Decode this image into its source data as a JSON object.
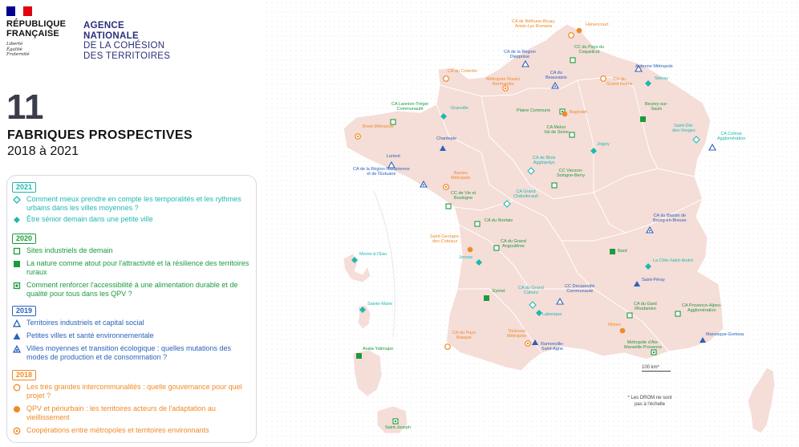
{
  "republic": {
    "title_lines": [
      "RÉPUBLIQUE",
      "FRANÇAISE"
    ],
    "motto_lines": [
      "Liberté",
      "Égalité",
      "Fraternité"
    ]
  },
  "agency": {
    "lines": [
      "AGENCE",
      "NATIONALE",
      "DE LA COHÉSION",
      "DES TERRITOIRES"
    ]
  },
  "page": {
    "number": "11",
    "title": "FABRIQUES PROSPECTIVES",
    "subtitle": "2018 à 2021"
  },
  "colors": {
    "cyan": "#1db9b0",
    "green": "#1b9a3e",
    "blue": "#2b62b9",
    "orange": "#ef8a25",
    "map_fill": "#f5ddd8",
    "map_border": "#ffffff"
  },
  "legend": {
    "groups": [
      {
        "year": "2021",
        "color": "#1db9b0",
        "items": [
          {
            "icon": "hollow-diamond-icon",
            "text": "Comment mieux prendre en compte les temporalités et les rythmes urbains dans les villes moyennes ?"
          },
          {
            "icon": "filled-diamond-icon",
            "text": "Être sénior demain dans une petite ville"
          }
        ]
      },
      {
        "year": "2020",
        "color": "#1b9a3e",
        "items": [
          {
            "icon": "hollow-square-icon",
            "text": "Sites industriels de demain"
          },
          {
            "icon": "filled-square-icon",
            "text": "La nature comme atout pour l'attractivité et la résilience des territoires ruraux"
          },
          {
            "icon": "dotted-square-icon",
            "text": "Comment renforcer l'accessibilité à une alimentation durable et de qualité pour tous dans les QPV ?"
          }
        ]
      },
      {
        "year": "2019",
        "color": "#2b62b9",
        "items": [
          {
            "icon": "hollow-triangle-icon",
            "text": "Territoires industriels et capital social"
          },
          {
            "icon": "filled-triangle-icon",
            "text": "Petites villes et santé environnementale"
          },
          {
            "icon": "dotted-triangle-icon",
            "text": "Villes moyennes et transition écologique : quelles mutations des modes de production et de consommation ?"
          }
        ]
      },
      {
        "year": "2018",
        "color": "#ef8a25",
        "items": [
          {
            "icon": "hollow-circle-icon",
            "text": "Les très grandes intercommunalités : quelle gouvernance pour quel projet ?"
          },
          {
            "icon": "filled-circle-icon",
            "text": "QPV et périurbain : les territoires acteurs de l'adaptation au vieillissement"
          },
          {
            "icon": "dotted-circle-icon",
            "text": "Coopérations entre métropoles et territoires environnants"
          }
        ]
      }
    ]
  },
  "map": {
    "sites": [
      {
        "label": "CA de Béthune-Bruay, Artois-Lys Romane",
        "symbol": "hollow-circle",
        "color": "#ef8a25"
      },
      {
        "label": "Hénencourt",
        "symbol": "filled-circle",
        "color": "#ef8a25"
      },
      {
        "label": "CA de la Région Dieppoise",
        "symbol": "hollow-triangle",
        "color": "#2b62b9"
      },
      {
        "label": "CC du Pays du Coquelicot",
        "symbol": "hollow-square",
        "color": "#1b9a3e"
      },
      {
        "label": "Ardenne Métropole",
        "symbol": "hollow-triangle",
        "color": "#2b62b9"
      },
      {
        "label": "CA du Cotentin",
        "symbol": "hollow-circle",
        "color": "#ef8a25"
      },
      {
        "label": "Métropole Rouen Normandie",
        "symbol": "dotted-circle",
        "color": "#ef8a25"
      },
      {
        "label": "CA du Beauvaisis",
        "symbol": "dotted-triangle",
        "color": "#2b62b9"
      },
      {
        "label": "CU du Grand Reims",
        "symbol": "hollow-circle",
        "color": "#ef8a25"
      },
      {
        "label": "Stenay",
        "symbol": "filled-diamond",
        "color": "#1db9b0"
      },
      {
        "label": "CA Lannion-Trégor Communauté",
        "symbol": "hollow-square",
        "color": "#1b9a3e"
      },
      {
        "label": "Granville",
        "symbol": "filled-diamond",
        "color": "#1db9b0"
      },
      {
        "label": "Plaine Commune",
        "symbol": "dotted-square",
        "color": "#1b9a3e"
      },
      {
        "label": "Bagnolet",
        "symbol": "filled-circle",
        "color": "#ef8a25"
      },
      {
        "label": "Beurey-sur-Saulx",
        "symbol": "filled-square",
        "color": "#1b9a3e"
      },
      {
        "label": "Brest Métropole",
        "symbol": "dotted-circle",
        "color": "#ef8a25"
      },
      {
        "label": "CA Melun Val de Seine",
        "symbol": "hollow-square",
        "color": "#1b9a3e"
      },
      {
        "label": "Saint-Dié-des-Vosges",
        "symbol": "hollow-diamond",
        "color": "#1db9b0"
      },
      {
        "label": "CA Colmar Agglomération",
        "symbol": "hollow-triangle",
        "color": "#2b62b9"
      },
      {
        "label": "Chantepie",
        "symbol": "filled-triangle",
        "color": "#2b62b9"
      },
      {
        "label": "Joigny",
        "symbol": "filled-diamond",
        "color": "#1db9b0"
      },
      {
        "label": "Lorient",
        "symbol": "hollow-triangle",
        "color": "#2b62b9"
      },
      {
        "label": "CA de Blois Agglopolys",
        "symbol": "hollow-diamond",
        "color": "#1db9b0"
      },
      {
        "label": "CA de la Région Nazairienne et de l'Estuaire",
        "symbol": "dotted-triangle",
        "color": "#2b62b9"
      },
      {
        "label": "Nantes Métropole",
        "symbol": "dotted-circle",
        "color": "#ef8a25"
      },
      {
        "label": "CC Vierzon-Sologne-Berry",
        "symbol": "hollow-square",
        "color": "#1b9a3e"
      },
      {
        "label": "CC de Vie et Boulogne",
        "symbol": "hollow-square",
        "color": "#1b9a3e"
      },
      {
        "label": "CA Grand Châtellerault",
        "symbol": "hollow-diamond",
        "color": "#1db9b0"
      },
      {
        "label": "CA du Niortais",
        "symbol": "hollow-square",
        "color": "#1b9a3e"
      },
      {
        "label": "CA du Bassin de Bourg-en-Bresse",
        "symbol": "dotted-triangle",
        "color": "#2b62b9"
      },
      {
        "label": "Saint-Georges-des-Coteaux",
        "symbol": "filled-circle",
        "color": "#ef8a25"
      },
      {
        "label": "CA du Grand Angoulême",
        "symbol": "hollow-square",
        "color": "#1b9a3e"
      },
      {
        "label": "Jonzac",
        "symbol": "filled-diamond",
        "color": "#1db9b0"
      },
      {
        "label": "Bard",
        "symbol": "filled-square",
        "color": "#1b9a3e"
      },
      {
        "label": "La Côte-Saint-André",
        "symbol": "filled-diamond",
        "color": "#1db9b0"
      },
      {
        "label": "Morne-à-l'Eau",
        "symbol": "filled-diamond",
        "color": "#1db9b0"
      },
      {
        "label": "Saint-Péray",
        "symbol": "filled-triangle",
        "color": "#2b62b9"
      },
      {
        "label": "Eymet",
        "symbol": "filled-square",
        "color": "#1b9a3e"
      },
      {
        "label": "CA du Grand Cahors",
        "symbol": "hollow-diamond",
        "color": "#1db9b0"
      },
      {
        "label": "CC Decazeville Communauté",
        "symbol": "hollow-triangle",
        "color": "#2b62b9"
      },
      {
        "label": "Sainte-Marie",
        "symbol": "filled-diamond",
        "color": "#1db9b0"
      },
      {
        "label": "Labenque",
        "symbol": "filled-diamond",
        "color": "#1db9b0"
      },
      {
        "label": "CA du Gard Rhodanien",
        "symbol": "hollow-square",
        "color": "#1b9a3e"
      },
      {
        "label": "CA Provence-Alpes-Agglomération",
        "symbol": "hollow-square",
        "color": "#1b9a3e"
      },
      {
        "label": "CA du Pays Basque",
        "symbol": "hollow-circle",
        "color": "#ef8a25"
      },
      {
        "label": "Toulouse Métropole",
        "symbol": "dotted-circle",
        "color": "#ef8a25"
      },
      {
        "label": "Nîmes",
        "symbol": "filled-circle",
        "color": "#ef8a25"
      },
      {
        "label": "Manosque-Gortosa",
        "symbol": "filled-triangle",
        "color": "#2b62b9"
      },
      {
        "label": "Ramonville-Saint-Agne",
        "symbol": "filled-triangle",
        "color": "#2b62b9"
      },
      {
        "label": "Métropole d'Aix-Marseille-Provence",
        "symbol": "dotted-square",
        "color": "#1b9a3e"
      },
      {
        "label": "Avala-Yalimapo",
        "symbol": "filled-square",
        "color": "#1b9a3e"
      },
      {
        "label": "Saint-Joseph",
        "symbol": "dotted-square",
        "color": "#1b9a3e"
      }
    ],
    "scale_label": "100 km*",
    "note_lines": [
      "* Les DROM ne sont",
      "pas à l'échelle"
    ]
  }
}
